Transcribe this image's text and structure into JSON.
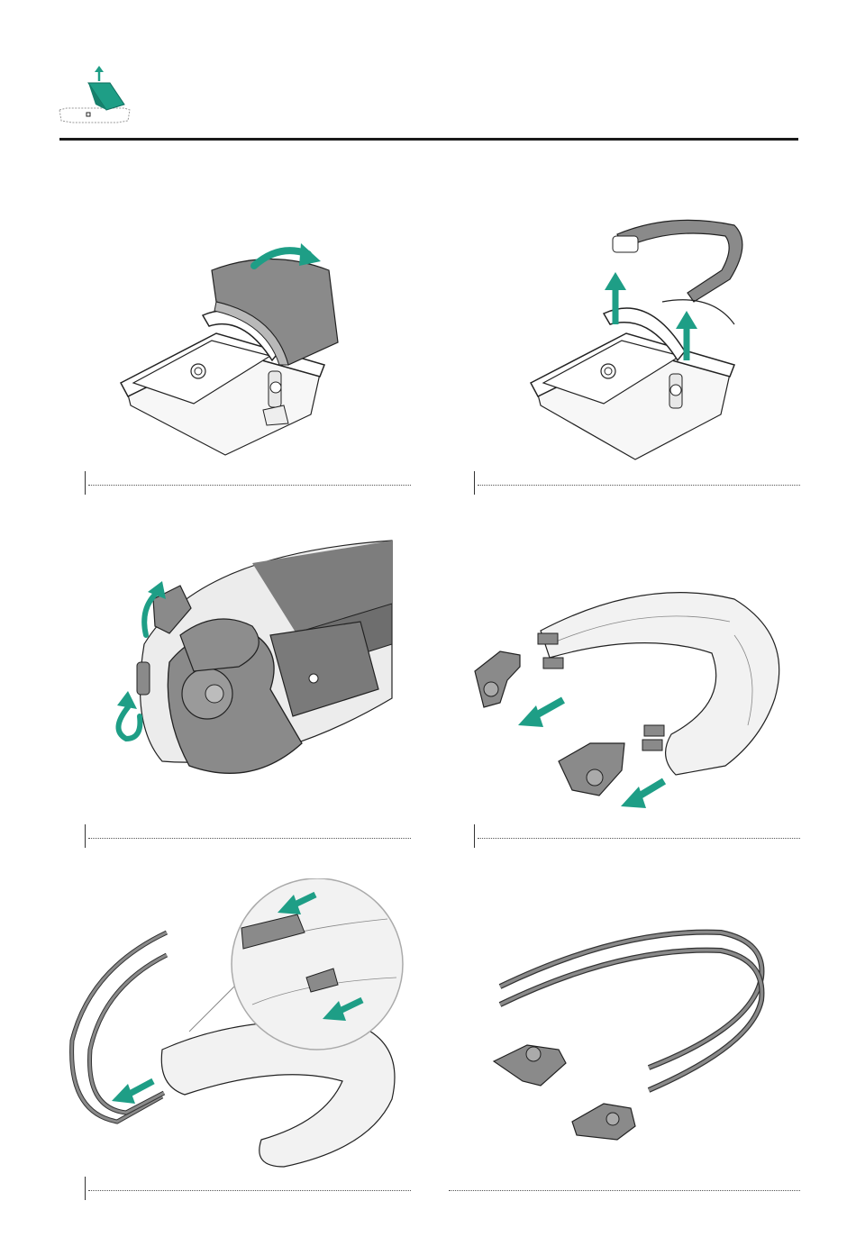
{
  "page": {
    "header_icon": "stroller-bassinet-remove-icon",
    "accent_color": "#1e9e86",
    "line_color": "#1a1a1a",
    "fabric_color": "#8a8a8a"
  },
  "steps": [
    {
      "number": "",
      "illustration": "fold-sun-canopy-back"
    },
    {
      "number": "",
      "illustration": "lift-canopy-off-bassinet"
    },
    {
      "number": "",
      "illustration": "unclip-canopy-hinge"
    },
    {
      "number": "",
      "illustration": "remove-hinges-from-canopy-frame"
    },
    {
      "number": "",
      "illustration": "slide-frame-rods-out-of-fabric"
    },
    {
      "number": "",
      "illustration": "separated-frame-and-hinges"
    }
  ]
}
